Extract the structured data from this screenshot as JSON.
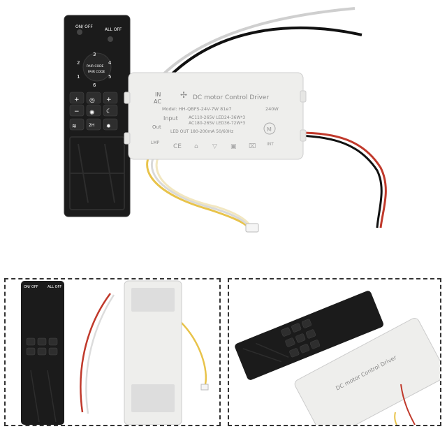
{
  "photo": {
    "remote": {
      "on_off": "ON/ OFF",
      "all_off": "ALL OFF",
      "digits": [
        "1",
        "2",
        "3",
        "4",
        "5",
        "6"
      ],
      "pair_code_1": "PAIR CODE",
      "pair_code_2": "PAIR CODE",
      "timer": "2H"
    },
    "driver": {
      "in_label_1": "IN",
      "in_label_2": "AC",
      "out_label_1": "Out",
      "out_label_2": "LMP",
      "title": "DC motor Control Driver",
      "model": "Model: HH-QBFS-24V-7W  81e7",
      "power": "240W",
      "input_label": "Input",
      "input_1": "AC110-265V  LED24-36W*3",
      "input_2": "AC180-265V  LED36-72W*3",
      "led_out": "LED OUT  180-200mA  50/60Hz",
      "mark_m": "M",
      "mark_int": "INT",
      "ce": "CE"
    }
  },
  "colors": {
    "remote_body": "#1b1b1b",
    "driver_body": "#eeeeec",
    "wire_red": "#c0392b",
    "wire_black": "#111111",
    "wire_yellow": "#e8c34a",
    "thumb_border": "#333333"
  }
}
